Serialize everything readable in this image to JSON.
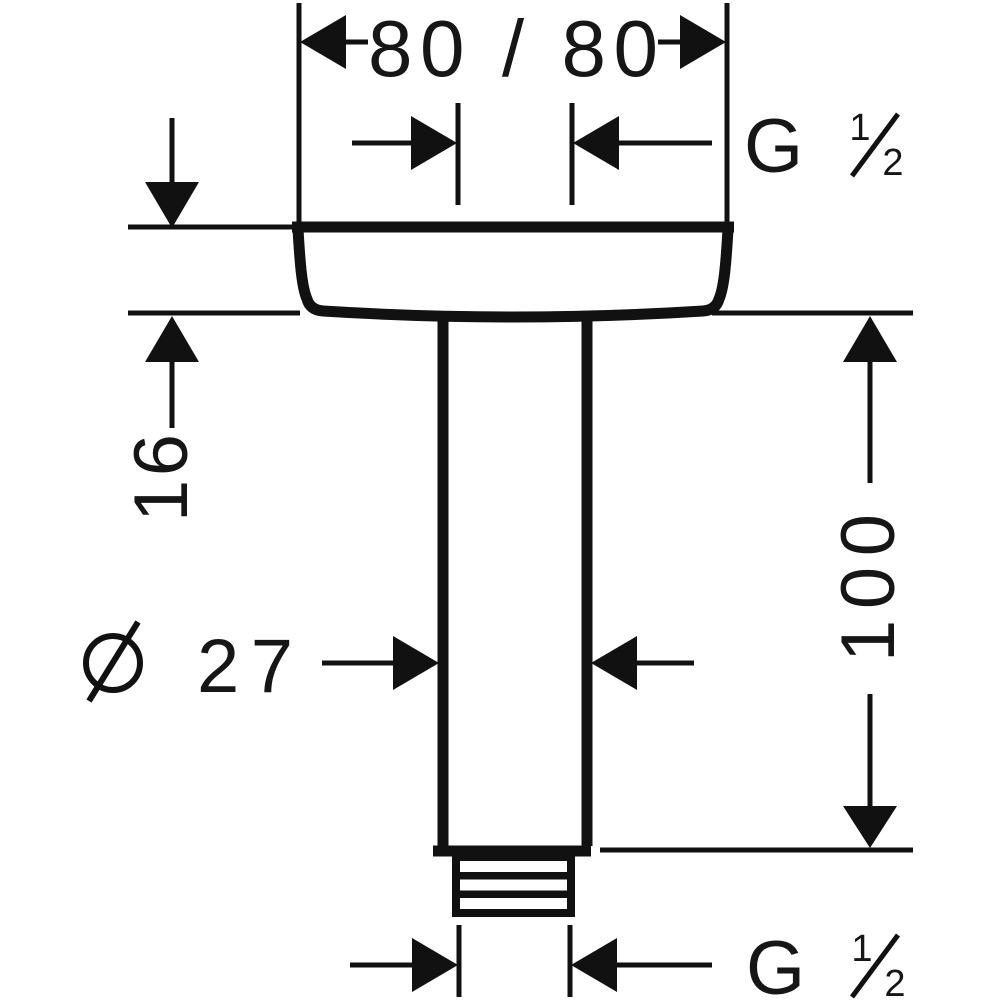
{
  "drawing": {
    "description": "black and white technical dimension drawing of a ceiling connector: square escutcheon flange with vertical pipe and threaded end",
    "colors": {
      "line": "#111111",
      "background": "#ffffff"
    },
    "labels": {
      "width_top": "80 / 80",
      "thread_top_letter": "G",
      "thread_top_numerator": "1",
      "thread_top_denominator": "2",
      "flange_height": "16",
      "pipe_length": "100",
      "diameter_symbol": "Ø",
      "diameter_value": "27",
      "thread_bottom_letter": "G",
      "thread_bottom_numerator": "1",
      "thread_bottom_denominator": "2"
    }
  }
}
